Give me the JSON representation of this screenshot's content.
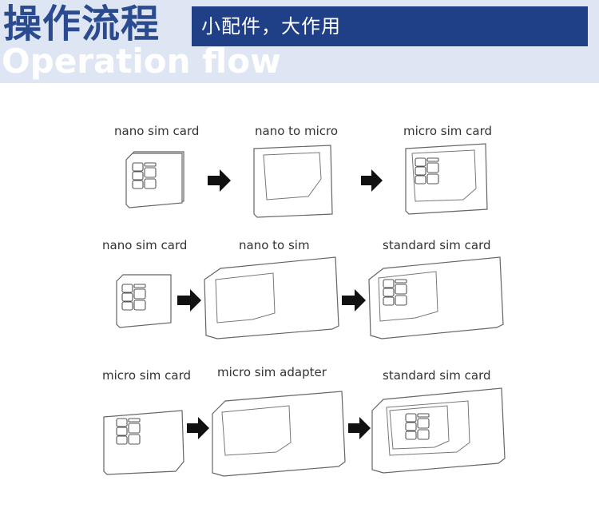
{
  "header": {
    "title_cn": "操作流程",
    "banner_text": "小配件，大作用",
    "title_en": "Operation flow"
  },
  "rows": [
    {
      "labels": [
        "nano sim card",
        "nano to micro",
        "micro sim card"
      ]
    },
    {
      "labels": [
        "nano sim card",
        "nano to sim",
        "standard sim card"
      ]
    },
    {
      "labels": [
        "micro sim card",
        "micro sim adapter",
        "standard sim card"
      ]
    }
  ],
  "colors": {
    "header_bg": "#dfe6f3",
    "banner_bg": "#1f3f87",
    "title_cn": "#2a4b8f"
  }
}
